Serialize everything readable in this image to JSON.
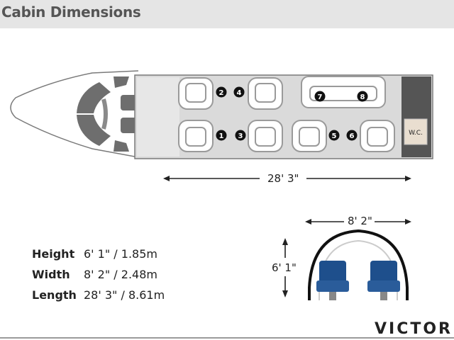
{
  "header": {
    "title": "Cabin Dimensions"
  },
  "floorplan": {
    "seats": [
      "1",
      "2",
      "3",
      "4",
      "5",
      "6",
      "7",
      "8"
    ],
    "lavatory_label": "W.C.",
    "length_label": "28' 3\""
  },
  "cross_section": {
    "width_label": "8' 2\"",
    "height_label": "6' 1\""
  },
  "specs": [
    {
      "label": "Height",
      "value": "6' 1\" / 1.85m"
    },
    {
      "label": "Width",
      "value": "8' 2\" / 2.48m"
    },
    {
      "label": "Length",
      "value": "28' 3\" / 8.61m"
    }
  ],
  "brand": "VICTOR",
  "colors": {
    "header_bg": "#e5e5e5",
    "cabin_floor": "#dadada",
    "seat_blue": "#1e4f8c",
    "dark": "#555555"
  }
}
